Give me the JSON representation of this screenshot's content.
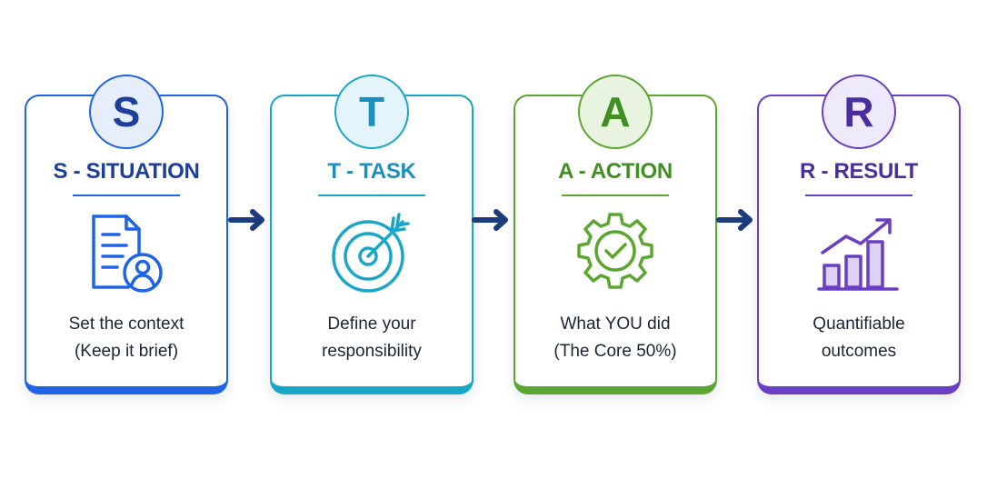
{
  "steps": [
    {
      "letter": "S",
      "title": "S - SITUATION",
      "desc_line1": "Set the context",
      "desc_line2": "(Keep it brief)",
      "icon": "document-user-icon",
      "color": "#1f63e6",
      "text_color": "#1b3f9a",
      "badge_bg": "#e6eefc"
    },
    {
      "letter": "T",
      "title": "T - TASK",
      "desc_line1": "Define your",
      "desc_line2": "responsibility",
      "icon": "target-icon",
      "color": "#1aa6c8",
      "text_color": "#1b8fc0",
      "badge_bg": "#e3f5fb"
    },
    {
      "letter": "A",
      "title": "A - ACTION",
      "desc_line1": "What YOU did",
      "desc_line2": "(The Core 50%)",
      "icon": "gear-check-icon",
      "color": "#5aa630",
      "text_color": "#3f8f22",
      "badge_bg": "#e8f4df"
    },
    {
      "letter": "R",
      "title": "R - RESULT",
      "desc_line1": "Quantifiable",
      "desc_line2": "outcomes",
      "icon": "growth-chart-icon",
      "color": "#6a3fc4",
      "text_color": "#4a2ea0",
      "badge_bg": "#efeafb"
    }
  ],
  "connector": {
    "icon": "arrow-right-icon",
    "color": "#1d3c7d"
  }
}
